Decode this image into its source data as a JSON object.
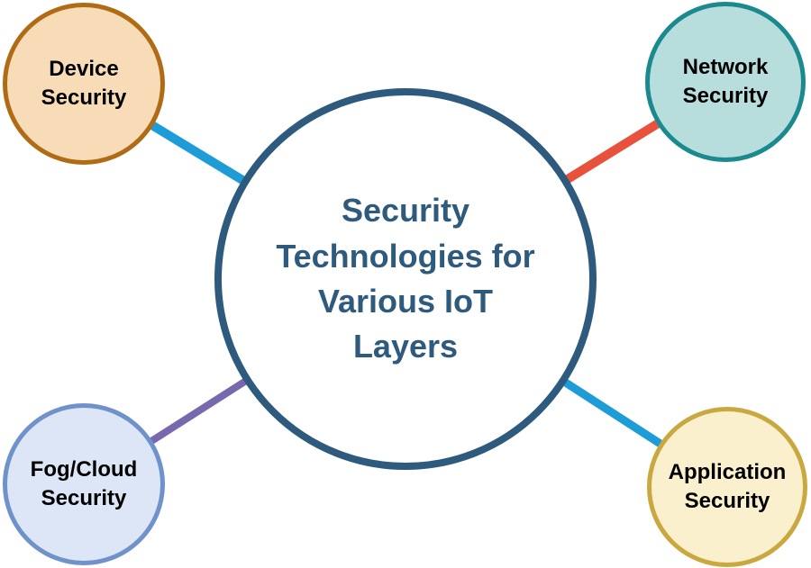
{
  "diagram": {
    "center": {
      "id": "security-technologies-hub",
      "label": "Security\nTechnologies for\nVarious IoT\nLayers",
      "fill": "#FFFFFF",
      "border_color": "#2E5A7D",
      "text_color": "#2E5A7D"
    },
    "nodes": [
      {
        "id": "device-security",
        "label": "Device\nSecurity",
        "fill": "#F8DCB8",
        "border_color": "#B06B15",
        "text_color": "#000000"
      },
      {
        "id": "network-security",
        "label": "Network\nSecurity",
        "fill": "#B7DEDC",
        "border_color": "#1A8A8E",
        "text_color": "#000000"
      },
      {
        "id": "fog-cloud-security",
        "label": "Fog/Cloud\nSecurity",
        "fill": "#DCE6F7",
        "border_color": "#7092CA",
        "text_color": "#000000"
      },
      {
        "id": "application-security",
        "label": "Application\nSecurity",
        "fill": "#FAF0CE",
        "border_color": "#C9A93F",
        "text_color": "#000000"
      }
    ],
    "connectors": [
      {
        "from": "security-technologies-hub",
        "to": "device-security",
        "color": "#1E9CD8",
        "stroke_width": 10
      },
      {
        "from": "security-technologies-hub",
        "to": "network-security",
        "color": "#E8513B",
        "stroke_width": 10
      },
      {
        "from": "security-technologies-hub",
        "to": "fog-cloud-security",
        "color": "#7869AE",
        "stroke_width": 8
      },
      {
        "from": "security-technologies-hub",
        "to": "application-security",
        "color": "#1E9CD8",
        "stroke_width": 9
      }
    ]
  }
}
